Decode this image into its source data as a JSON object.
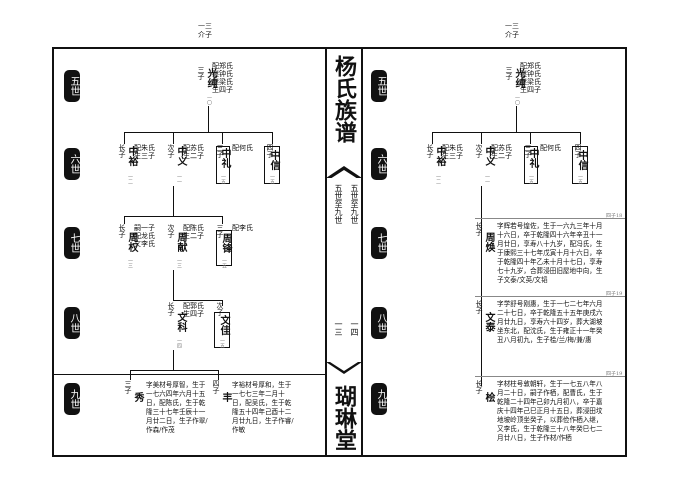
{
  "header": {
    "left_num": "一三",
    "left_section": "介子",
    "right_num": "一三",
    "right_section": "介子"
  },
  "spine": {
    "top_title": "杨氏族谱",
    "range_left": "五世至九世",
    "range_right": "五世至九世",
    "page_left": "一三",
    "page_right": "一四",
    "hall_name": "瑚琳堂"
  },
  "generations": [
    "五世",
    "六世",
    "七世",
    "八世",
    "九世"
  ],
  "left": {
    "g5": {
      "rank": "三子",
      "name": "光纯",
      "note": "配郑氏\n继钟氏\n继梁氏\n生四子",
      "ref": "一〇"
    },
    "g6": [
      {
        "rank": "长子",
        "name": "中裕",
        "note": "配朱氏\n生三子",
        "ref": "一二",
        "boxed": false
      },
      {
        "rank": "次子",
        "name": "中义",
        "note": "配苏氏\n生二子",
        "ref": "一一",
        "boxed": false
      },
      {
        "rank": "三子",
        "name": "中礼",
        "note": "配何氏",
        "ref": "一五",
        "boxed": true
      },
      {
        "rank": "四子",
        "name": "中信",
        "note": "",
        "ref": "一五",
        "boxed": true
      }
    ],
    "g7": [
      {
        "rank": "长子",
        "name": "周权",
        "note": "嗣一子\n配龙氏\n文李氏",
        "ref": "一三",
        "boxed": false
      },
      {
        "rank": "次子",
        "name": "周献",
        "note": "配陈氏\n生二子",
        "ref": "一三",
        "boxed": false
      },
      {
        "rank": "三子",
        "name": "周锋",
        "note": "配李氏",
        "ref": "一五",
        "boxed": true
      }
    ],
    "g8": [
      {
        "rank": "长子",
        "name": "文科",
        "note": "配郭氏\n生四子",
        "ref": "一四",
        "boxed": false
      },
      {
        "rank": "次子",
        "name": "文佳",
        "note": "",
        "ref": "一五",
        "boxed": true
      }
    ],
    "g9": [
      {
        "rank": "三子",
        "name": "秀",
        "bio": "字美材号厚智，生于一七六四年六月十五日，配陈氏，生于乾隆三十七年壬辰十一月廿二日，生子作翠/作森/作茂"
      },
      {
        "rank": "四子",
        "name": "丰",
        "bio": "字裕材号厚和，生于一七七三年二月十日，配吴氏，生于乾隆五十四年己酉十二月廿九日，生子作睿/作敏"
      }
    ]
  },
  "right": {
    "g5": {
      "rank": "三子",
      "name": "光纯",
      "note": "配郑氏\n继钟氏\n继梁氏\n生四子",
      "ref": "一〇"
    },
    "g6": [
      {
        "rank": "长子",
        "name": "中裕",
        "note": "配朱氏\n生三子",
        "ref": "一二",
        "boxed": false
      },
      {
        "rank": "次子",
        "name": "中义",
        "note": "配苏氏\n生二子",
        "ref": "一一",
        "boxed": false
      },
      {
        "rank": "三子",
        "name": "中礼",
        "note": "配何氏",
        "ref": "一五",
        "boxed": true
      },
      {
        "rank": "四子",
        "name": "中信",
        "note": "",
        "ref": "一五",
        "boxed": true
      }
    ],
    "entries": [
      {
        "label": "四子18",
        "rank": "长子",
        "name": "周焕",
        "bio": "字辉若号煌佐，生于一六九三年十月十六日，卒于乾隆四十六年辛丑十一月廿日，享寿八十九岁，配冯氏，生于康熙三十七年戊寅十月十六日，卒于乾隆四十年乙未十月十七日，享寿七十九岁，合葬浸田旧屋地中向，生子文泰/文英/文韬"
      },
      {
        "label": "四子19",
        "rank": "长子",
        "name": "文泰",
        "bio": "字学舒号刚惠，生于一七二七年六月二十七日，卒于乾隆五十五年庚戌六月廿九日，享寿六十四岁，葬大湖坡坐东北，配沈氏，生于雍正十一年癸丑八月初九，生子桧/兰/梅/兼/惠"
      },
      {
        "label": "四子19",
        "rank": "长子",
        "name": "桧",
        "bio": "字材柱号敦朝轩，生于一七五八年八月二十日，嗣子作栖，配曹氏，生于乾隆二十四年己卯九月初八，卒于嘉庆十四年己巳正月十五日，葬浸田坟地坡岭顶坐癸子，以葬俭作栖入继，又李氏，生于乾隆三十八年癸巳七二月廿八日，生子作材/作栖"
      }
    ]
  }
}
